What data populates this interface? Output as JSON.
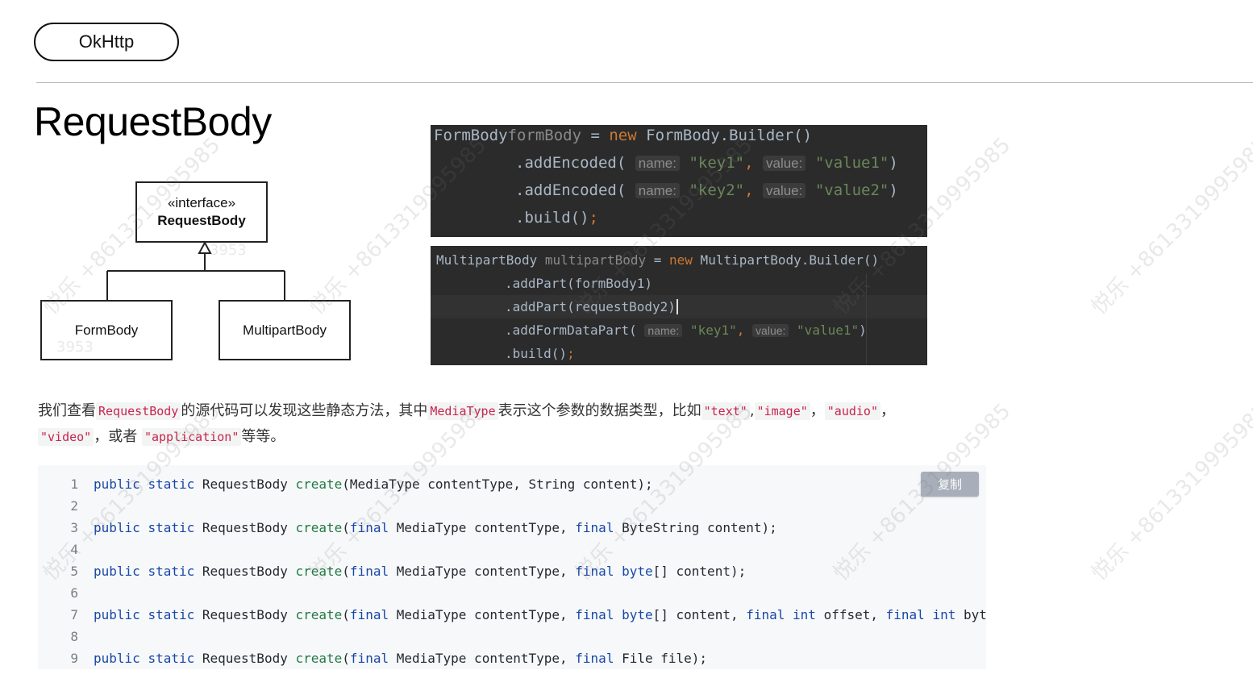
{
  "header": {
    "pill_label": "OkHttp"
  },
  "page_title": "RequestBody",
  "uml": {
    "interface_stereotype": "«interface»",
    "interface_name": "RequestBody",
    "children": [
      "FormBody",
      "MultipartBody"
    ]
  },
  "formbody_snippet": {
    "line1_type": "FormBody",
    "line1_var": "formBody",
    "line1_eq": " = ",
    "line1_new": "new",
    "line1_rest": " FormBody.Builder()",
    "call": ".addEncoded(",
    "hint_name": "name:",
    "hint_value": "value:",
    "key1": "\"key1\"",
    "value1": "\"value1\"",
    "key2": "\"key2\"",
    "value2": "\"value2\"",
    "comma": ",",
    "close": ")",
    "build": ".build()",
    "semicolon": ";"
  },
  "multipart_snippet": {
    "line1_type": "MultipartBody",
    "line1_var": "multipartBody",
    "line1_eq": " = ",
    "line1_new": "new",
    "line1_rest": " MultipartBody.Builder()",
    "add_part_1": ".addPart(formBody1)",
    "add_part_2": ".addPart(requestBody2)",
    "add_form_call": ".addFormDataPart(",
    "hint_name": "name:",
    "hint_value": "value:",
    "key1": "\"key1\"",
    "value1": "\"value1\"",
    "comma": ",",
    "close": ")",
    "build": ".build()",
    "semicolon": ";"
  },
  "paragraph": {
    "t1": "我们查看",
    "c1": "RequestBody",
    "t2": "的源代码可以发现这些静态方法，其中",
    "c2": "MediaType",
    "t3": "表示这个参数的数据类型，比如",
    "c3": "\"text\"",
    "sep1": ",",
    "c4": "\"image\"",
    "sep2": "，",
    "c5": "\"audio\"",
    "sep3": "，",
    "c6": "\"video\"",
    "t4": "，或者",
    "c7": "\"application\"",
    "t5": "等等。"
  },
  "code_block": {
    "copy_label": "复制",
    "public": "public",
    "static": "static",
    "final": "final",
    "int": "int",
    "byte": "byte",
    "return_type": "RequestBody",
    "method": "create",
    "lines": [
      {
        "no": "1",
        "a": "(MediaType contentType, String content);"
      },
      {
        "no": "2"
      },
      {
        "no": "3",
        "b": " MediaType contentType, ",
        "c": " ByteString content);"
      },
      {
        "no": "4"
      },
      {
        "no": "5",
        "b": " MediaType contentType, ",
        "d": "[] content);"
      },
      {
        "no": "6"
      },
      {
        "no": "7",
        "b": " MediaType contentType, ",
        "d": "[] content, ",
        "e": " offset, ",
        "f": " byte"
      },
      {
        "no": "8"
      },
      {
        "no": "9",
        "b": " MediaType contentType, ",
        "c": " File file);"
      }
    ]
  },
  "watermark": {
    "brand": "悦乐",
    "phone": "+8613319995985",
    "tag": "3953"
  }
}
